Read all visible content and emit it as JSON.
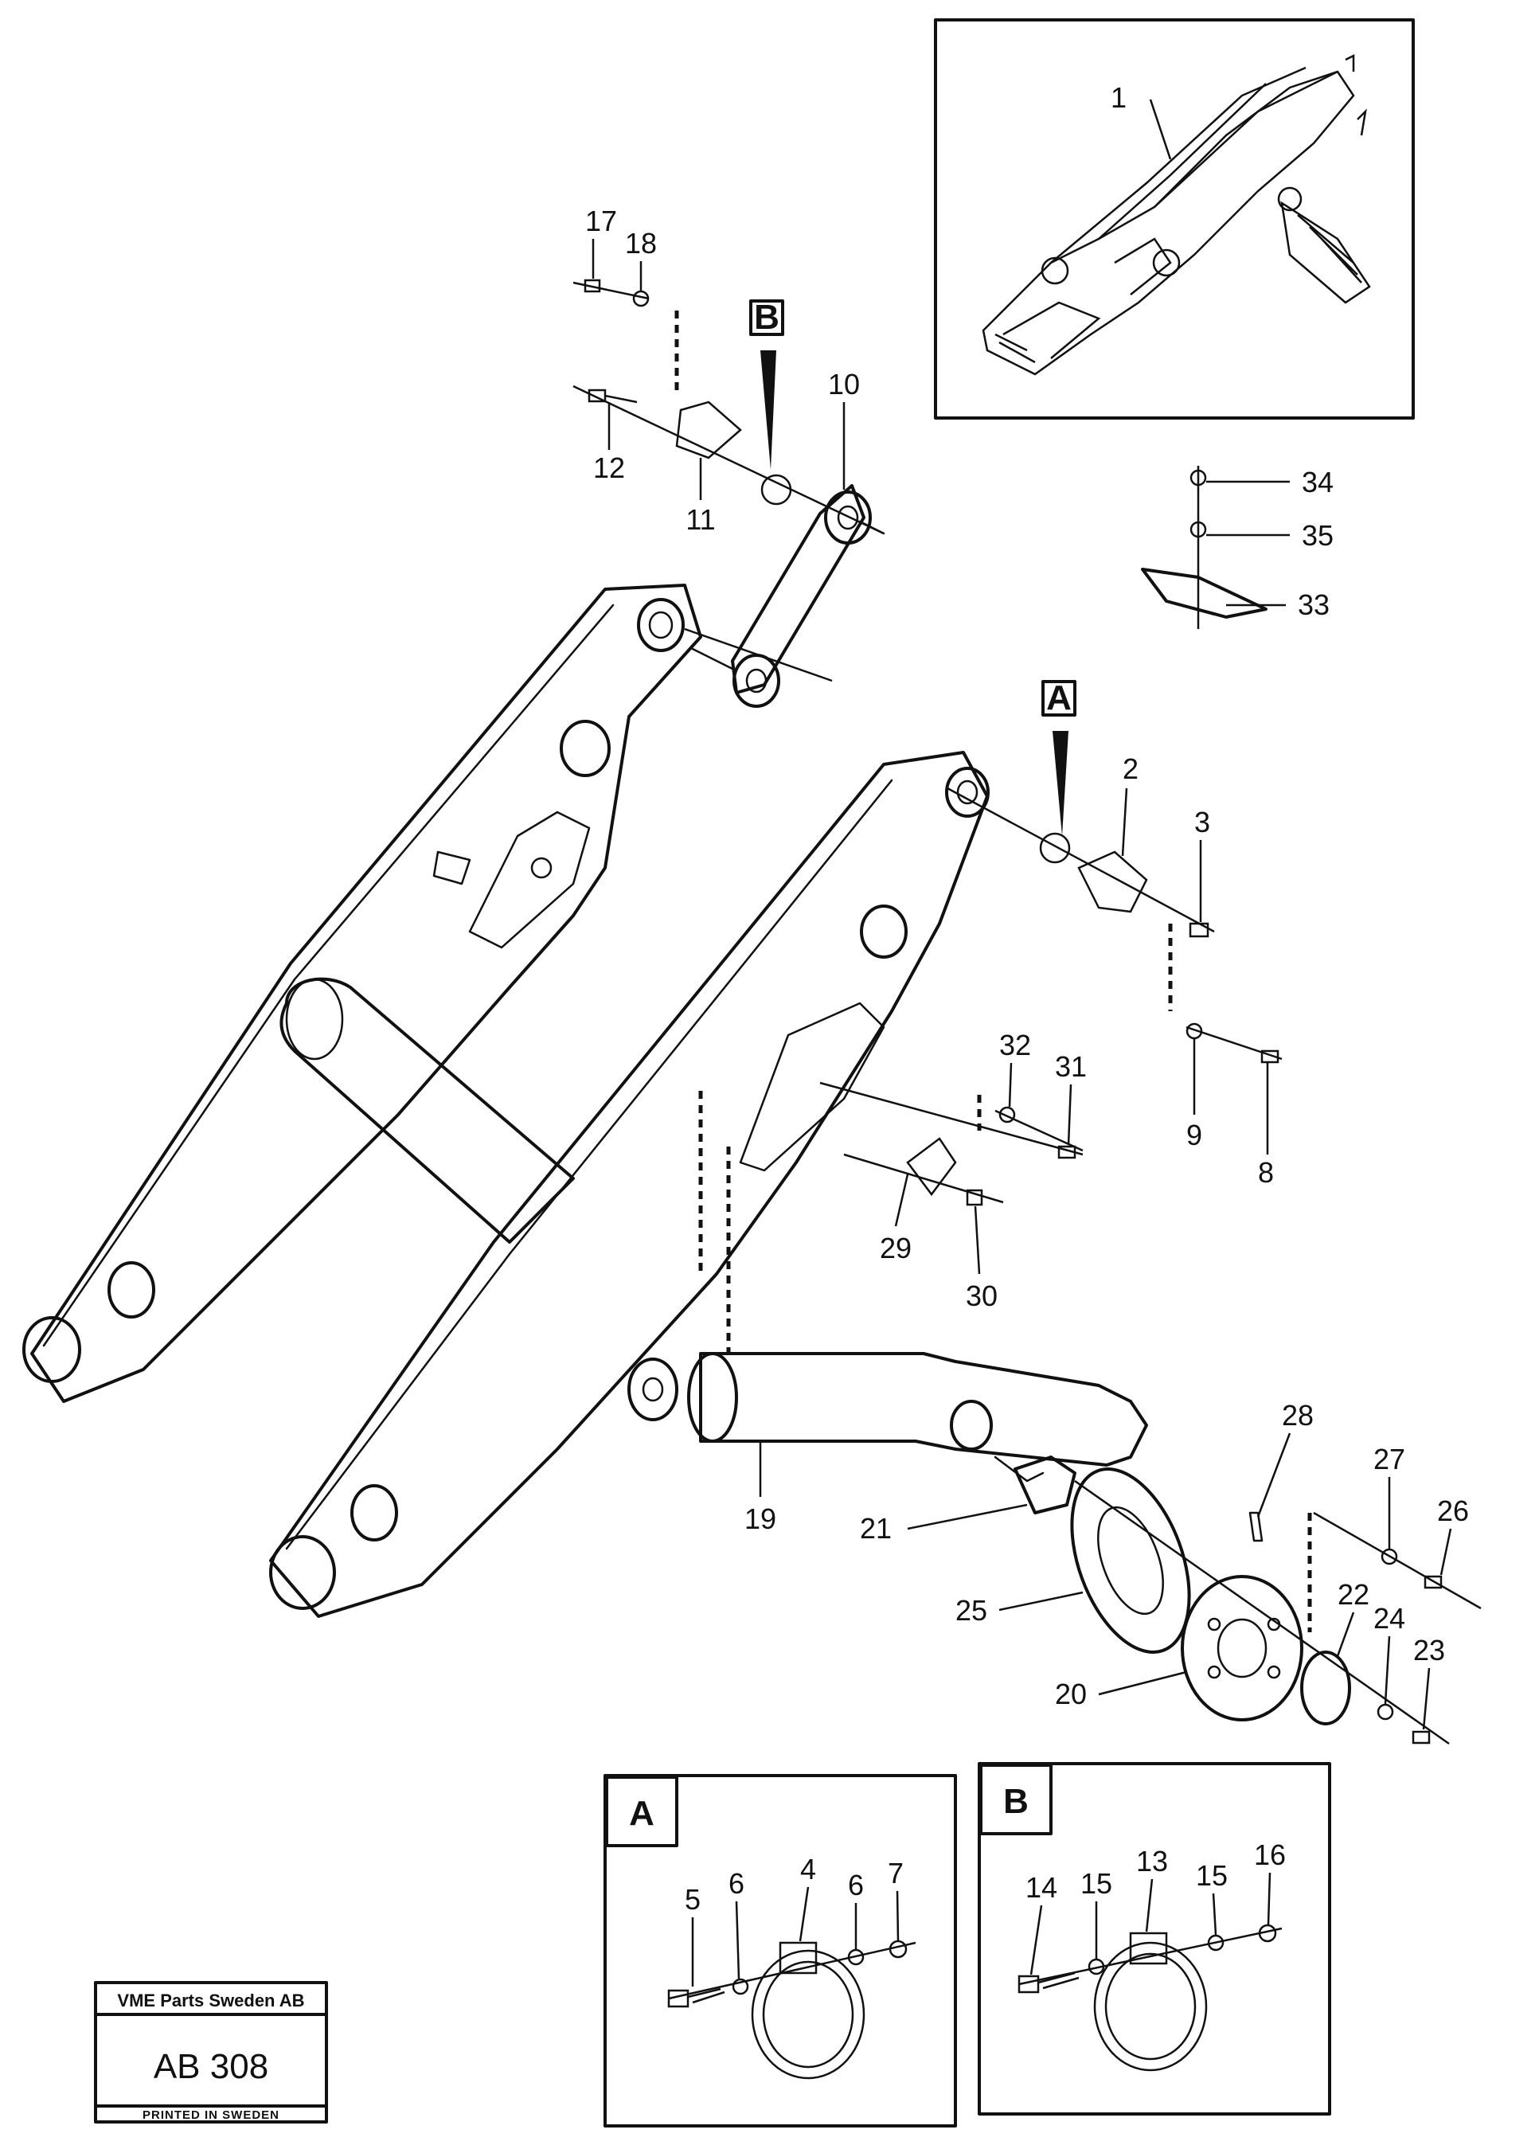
{
  "callouts": {
    "n1": "1",
    "n2": "2",
    "n3": "3",
    "n4": "4",
    "n5": "5",
    "n6a": "6",
    "n6b": "6",
    "n7": "7",
    "n8": "8",
    "n9": "9",
    "n10": "10",
    "n11": "11",
    "n12": "12",
    "n13": "13",
    "n14": "14",
    "n15a": "15",
    "n15b": "15",
    "n16": "16",
    "n17": "17",
    "n18": "18",
    "n19": "19",
    "n20": "20",
    "n21": "21",
    "n22": "22",
    "n23": "23",
    "n24": "24",
    "n25": "25",
    "n26": "26",
    "n27": "27",
    "n28": "28",
    "n29": "29",
    "n30": "30",
    "n31": "31",
    "n32": "32",
    "n33": "33",
    "n34": "34",
    "n35": "35"
  },
  "detail_markers": {
    "a": "A",
    "b": "B"
  },
  "inset_titles": {
    "a": "A",
    "b": "B"
  },
  "stamp": {
    "company": "VME Parts Sweden AB",
    "code": "AB 308",
    "printed": "PRINTED IN SWEDEN"
  },
  "colors": {
    "ink": "#111111",
    "paper": "#ffffff"
  }
}
